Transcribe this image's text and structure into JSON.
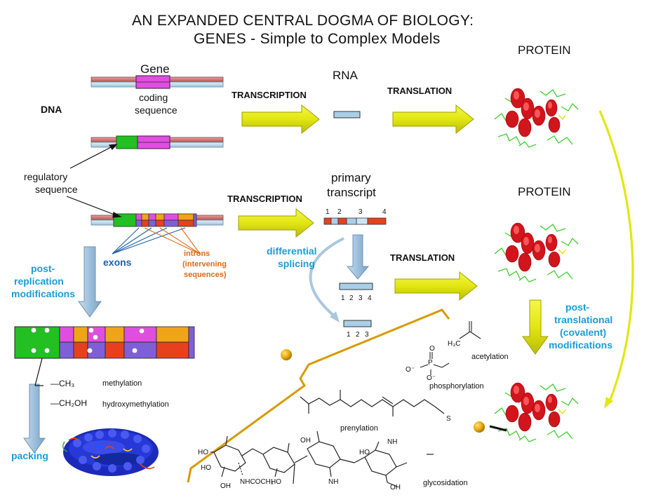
{
  "title": {
    "line1": "AN EXPANDED CENTRAL DOGMA OF BIOLOGY:",
    "line2": "GENES - Simple to Complex Models"
  },
  "labels": {
    "dna": "DNA",
    "gene": "Gene",
    "coding_sequence_1": "coding",
    "coding_sequence_2": "sequence",
    "regulatory_1": "regulatory",
    "regulatory_2": "sequence",
    "exons": "exons",
    "introns_1": "introns",
    "introns_2": "(intervening",
    "introns_3": "sequences)",
    "post_replication_1": "post-",
    "post_replication_2": "replication",
    "post_replication_3": "modifications",
    "packing": "packing",
    "rna": "RNA",
    "primary_transcript_1": "primary",
    "primary_transcript_2": "transcript",
    "differential_splicing_1": "differential",
    "differential_splicing_2": "splicing",
    "transcription_top": "TRANSCRIPTION",
    "transcription_mid": "TRANSCRIPTION",
    "translation_top": "TRANSLATION",
    "translation_mid": "TRANSLATION",
    "protein_top": "PROTEIN",
    "protein_mid": "PROTEIN",
    "post_translational_1": "post-",
    "post_translational_2": "translational",
    "post_translational_3": "(covalent)",
    "post_translational_4": "modifications",
    "methyl_formula": "—CH₃",
    "hydroxymethyl_formula": "—CH₂OH",
    "methylation": "methylation",
    "hydroxymethylation": "hydroxymethylation",
    "acetylation": "acetylation",
    "phosphorylation": "phosphorylation",
    "prenylation": "prenylation",
    "glycosidation": "glycosidation",
    "acetyl_formula": "H₃C",
    "prenyl_s": "S",
    "nhcoch3": "NHCOCH₃",
    "oh": "HO",
    "oh_right": "OH",
    "nh": "NH",
    "o_minus": "O⁻",
    "p": "P",
    "o": "O"
  },
  "transcript_numbers": {
    "primary": [
      "1",
      "2",
      "3",
      "4"
    ],
    "spliced_a": [
      "1",
      "2",
      "3",
      "4"
    ],
    "spliced_b": [
      "1",
      "2",
      "3"
    ]
  },
  "colors": {
    "arrow_yellow": "#e8ec18",
    "arrow_blue": "#a9c8e0",
    "magenta": "#e04ee0",
    "green": "#22c022",
    "red": "#e8401c",
    "orange_block": "#f0a418",
    "purple": "#7f5fd8",
    "orange_line": "#d79a00",
    "helix_red": "#d2141c",
    "coil_green": "#3ccf2c"
  }
}
